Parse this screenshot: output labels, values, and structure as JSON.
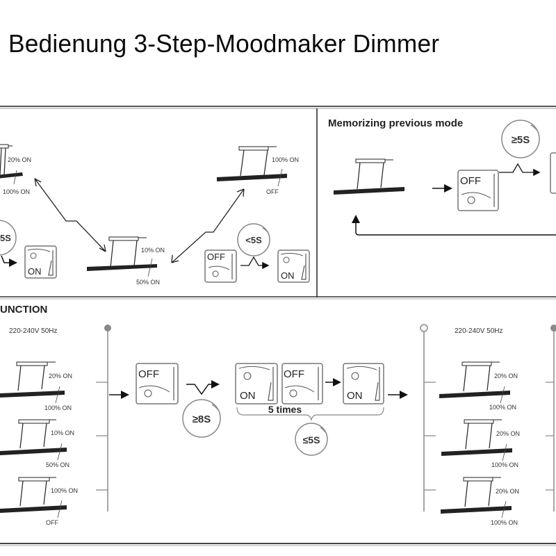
{
  "page": {
    "title": "Bedienung 3-Step-Moodmaker Dimmer"
  },
  "panel_top_left": {
    "lamps": [
      {
        "upper_label": "20% ON",
        "lower_label": "100% ON"
      },
      {
        "upper_label": "10% ON",
        "lower_label": "50% ON"
      },
      {
        "upper_label": "100% ON",
        "lower_label": "OFF"
      }
    ],
    "timer_left": "5S",
    "timer_right": "<5S",
    "switch_labels": {
      "on": "ON",
      "off": "OFF"
    }
  },
  "panel_top_right": {
    "title": "Memorizing previous mode",
    "timer": "≥5S",
    "switch_labels": {
      "off": "OFF"
    }
  },
  "panel_bottom": {
    "title": "UNCTION",
    "voltage_left": "220-240V 50Hz",
    "voltage_right": "220-240V 50Hz",
    "left_lamps": [
      {
        "upper_label": "20% ON",
        "lower_label": "100% ON"
      },
      {
        "upper_label": "10% ON",
        "lower_label": "50% ON"
      },
      {
        "upper_label": "100% ON",
        "lower_label": "OFF"
      }
    ],
    "right_lamps": [
      {
        "upper_label": "20% ON",
        "lower_label": "100% ON"
      },
      {
        "upper_label": "20% ON",
        "lower_label": "100% ON"
      },
      {
        "upper_label": "20% ON",
        "lower_label": "100% ON"
      }
    ],
    "timer_hold": "≥8S",
    "timer_repeat": "≤5S",
    "repeat_label": "5 times",
    "switch_labels": {
      "on": "ON",
      "off": "OFF"
    }
  }
}
